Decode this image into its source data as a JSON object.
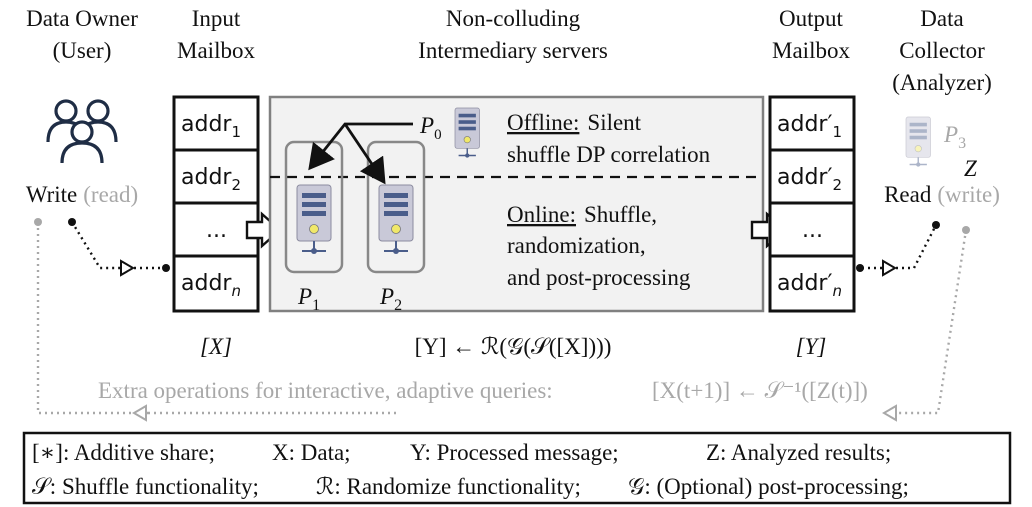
{
  "columns": {
    "data_owner": [
      "Data Owner",
      "(User)"
    ],
    "input_mailbox": [
      "Input",
      "Mailbox"
    ],
    "servers": [
      "Non-colluding",
      "Intermediary servers"
    ],
    "output_mailbox": [
      "Output",
      "Mailbox"
    ],
    "data_collector": [
      "Data",
      "Collector",
      "(Analyzer)"
    ]
  },
  "owner": {
    "write": "Write",
    "read": "(read)"
  },
  "collector": {
    "read": "Read",
    "write": "(write)",
    "p3": "P",
    "p3_sub": "3",
    "z": "Z"
  },
  "input_slots": [
    {
      "text": "addr",
      "sub": "1"
    },
    {
      "text": "addr",
      "sub": "2"
    },
    {
      "text": "...",
      "sub": ""
    },
    {
      "text": "addr",
      "sub": "n"
    }
  ],
  "output_slots": [
    {
      "text": "addr′",
      "sub": "1"
    },
    {
      "text": "addr′",
      "sub": "2"
    },
    {
      "text": "...",
      "sub": ""
    },
    {
      "text": "addr′",
      "sub": "n"
    }
  ],
  "servers_box": {
    "p0": "P",
    "p0_sub": "0",
    "p1": "P",
    "p1_sub": "1",
    "p2": "P",
    "p2_sub": "2",
    "offline_label": "Offline:",
    "offline_text": [
      "Silent",
      "shuffle DP correlation"
    ],
    "online_label": "Online:",
    "online_text": [
      "Shuffle,",
      "randomization,",
      "and post-processing"
    ]
  },
  "labels": {
    "input_share": "[X]",
    "formula": "[Y] ← ℛ(𝒢(𝒮([X])))",
    "output_share": "[Y]"
  },
  "feedback": {
    "text": "Extra operations for interactive, adaptive queries:",
    "formula": "[X(t+1)] ← 𝒮⁻¹([Z(t)])"
  },
  "legend": {
    "line1": [
      "[∗]: Additive share;",
      "X: Data;",
      "Y: Processed message;",
      "Z: Analyzed results;"
    ],
    "line2": [
      "𝒮: Shuffle functionality;",
      "ℛ: Randomize functionality;",
      "𝒢: (Optional) post-processing;"
    ]
  },
  "colors": {
    "box_fill": "#f2f2f2",
    "box_stroke": "#808080",
    "server_body": "#c9c9d8",
    "server_slots": "#4a5d8a",
    "led": "#f0e86a",
    "gray_text": "#a8a8a8",
    "user_icon": "#1f2d45"
  }
}
